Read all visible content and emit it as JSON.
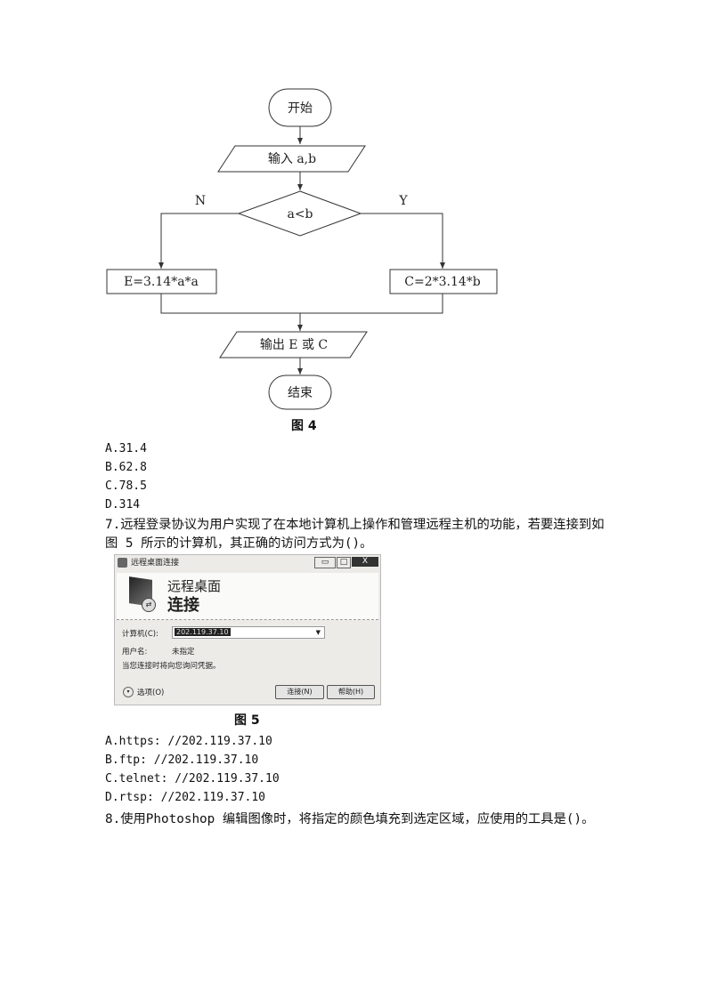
{
  "figure4": {
    "start": "开始",
    "input": "输入 a,b",
    "condition": "a<b",
    "no_label": "N",
    "yes_label": "Y",
    "no_branch": "E=3.14*a*a",
    "yes_branch": "C=2*3.14*b",
    "output": "输出 E 或 C",
    "end": "结束",
    "caption": "图 4"
  },
  "q6_options": [
    "A.31.4",
    "B.62.8",
    "C.78.5",
    "D.314"
  ],
  "q7": {
    "line1": "7.远程登录协议为用户实现了在本地计算机上操作和管理远程主机的功能，若要连接到如",
    "line2": "图 5 所示的计算机，其正确的访问方式为()。",
    "options": [
      "A.https: //202.119.37.10",
      "B.ftp: //202.119.37.10",
      "C.telnet: //202.119.37.10",
      "D.rtsp: //202.119.37.10"
    ]
  },
  "figure5": {
    "window_title": "远程桌面连接",
    "heading1": "远程桌面",
    "heading2": "连接",
    "computer_label": "计算机(C):",
    "computer_value": "202.119.37.10",
    "user_label": "用户名:",
    "user_value": "未指定",
    "note": "当您连接时将向您询问凭据。",
    "options_label": "选项(O)",
    "connect_button": "连接(N)",
    "help_button": "帮助(H)",
    "close_button": "X",
    "caption": "图 5"
  },
  "q8": {
    "line1": "8.使用Photoshop 编辑图像时，将指定的颜色填充到选定区域，应使用的工具是()。"
  }
}
